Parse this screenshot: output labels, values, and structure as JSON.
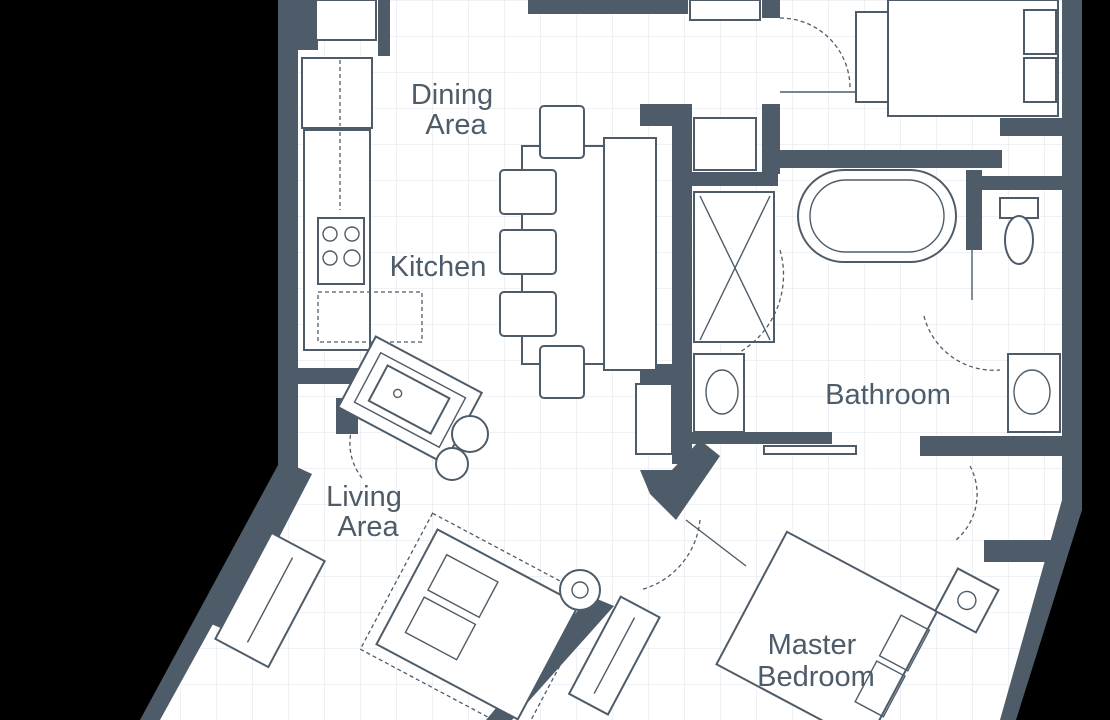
{
  "rooms": {
    "dining": [
      "Dining",
      "Area"
    ],
    "kitchen": [
      "Kitchen"
    ],
    "living": [
      "Living",
      "Area"
    ],
    "bathroom": [
      "Bathroom"
    ],
    "master": [
      "Master",
      "Bedroom"
    ]
  },
  "colors": {
    "background": "#000000",
    "wall": "#4e5c69",
    "floor": "#ffffff",
    "tile_grid": "#dfe3e8"
  },
  "icons": [
    "stove-icon",
    "sink-icon",
    "bathtub-icon",
    "toilet-icon",
    "bed-icon",
    "sofa-icon",
    "chair-icon",
    "table-icon",
    "door-swing-icon"
  ]
}
